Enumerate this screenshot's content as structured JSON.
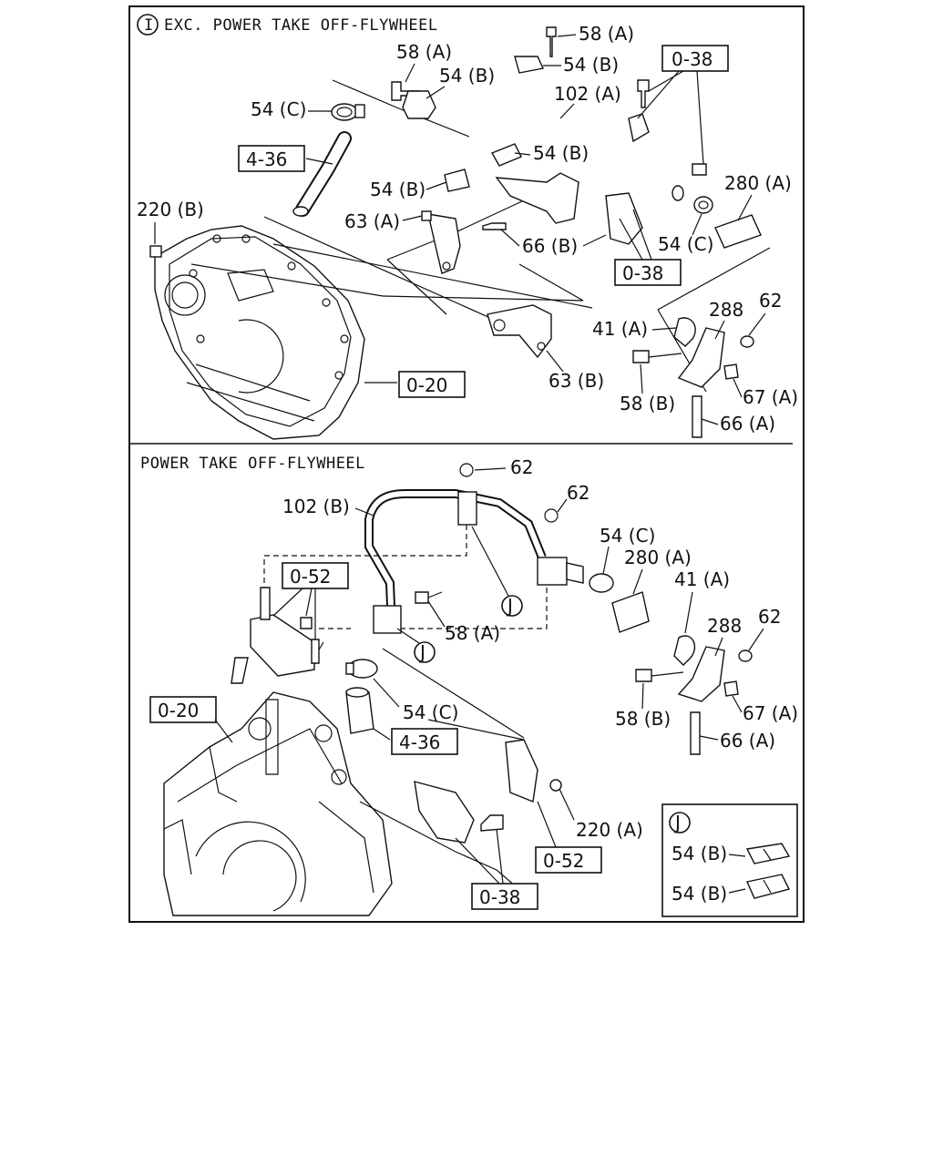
{
  "sections": {
    "upper_title": "EXC. POWER TAKE OFF-FLYWHEEL",
    "upper_marker": "I",
    "lower_title": "POWER TAKE OFF-FLYWHEEL"
  },
  "callouts_upper": {
    "bolt_58a_top": "58 (A)",
    "bolt_58a_left": "58 (A)",
    "clamp_54b_1": "54 (B)",
    "clamp_54b_2": "54 (B)",
    "clamp_54c": "54 (C)",
    "pipe_102a": "102 (A)",
    "ref_0_38_top": "0-38",
    "ref_4_36": "4-36",
    "clamp_54b_3": "54 (B)",
    "clamp_54b_4": "54 (B)",
    "nut_220b": "220 (B)",
    "bracket_63a": "63 (A)",
    "bolt_66b": "66 (B)",
    "hose_280a": "280 (A)",
    "clamp_54c_2": "54 (C)",
    "ref_0_38_mid": "0-38",
    "clip_41a": "41 (A)",
    "plate_288": "288",
    "nut_62": "62",
    "bolt_58b": "58 (B)",
    "nut_67a": "67 (A)",
    "stud_66a": "66 (A)",
    "bracket_63b": "63 (B)",
    "ref_0_20": "0-20"
  },
  "callouts_lower": {
    "nut_62_top": "62",
    "nut_62_right": "62",
    "pipe_102b": "102 (B)",
    "clamp_54c": "54 (C)",
    "hose_280a": "280 (A)",
    "clip_41a": "41 (A)",
    "ref_0_52_top": "0-52",
    "bolt_58a": "58 (A)",
    "detail_j_1": "J",
    "detail_j_2": "J",
    "plate_288": "288",
    "nut_62_lower": "62",
    "bolt_58b": "58 (B)",
    "nut_67a": "67 (A)",
    "stud_66a": "66 (A)",
    "ref_0_20": "0-20",
    "clamp_54c_2": "54 (C)",
    "ref_4_36": "4-36",
    "nut_220a": "220 (A)",
    "ref_0_52_bottom": "0-52",
    "ref_0_38": "0-38"
  },
  "detail_j": {
    "marker": "J",
    "clamp_top": "54 (B)",
    "clamp_bottom": "54 (B)"
  }
}
